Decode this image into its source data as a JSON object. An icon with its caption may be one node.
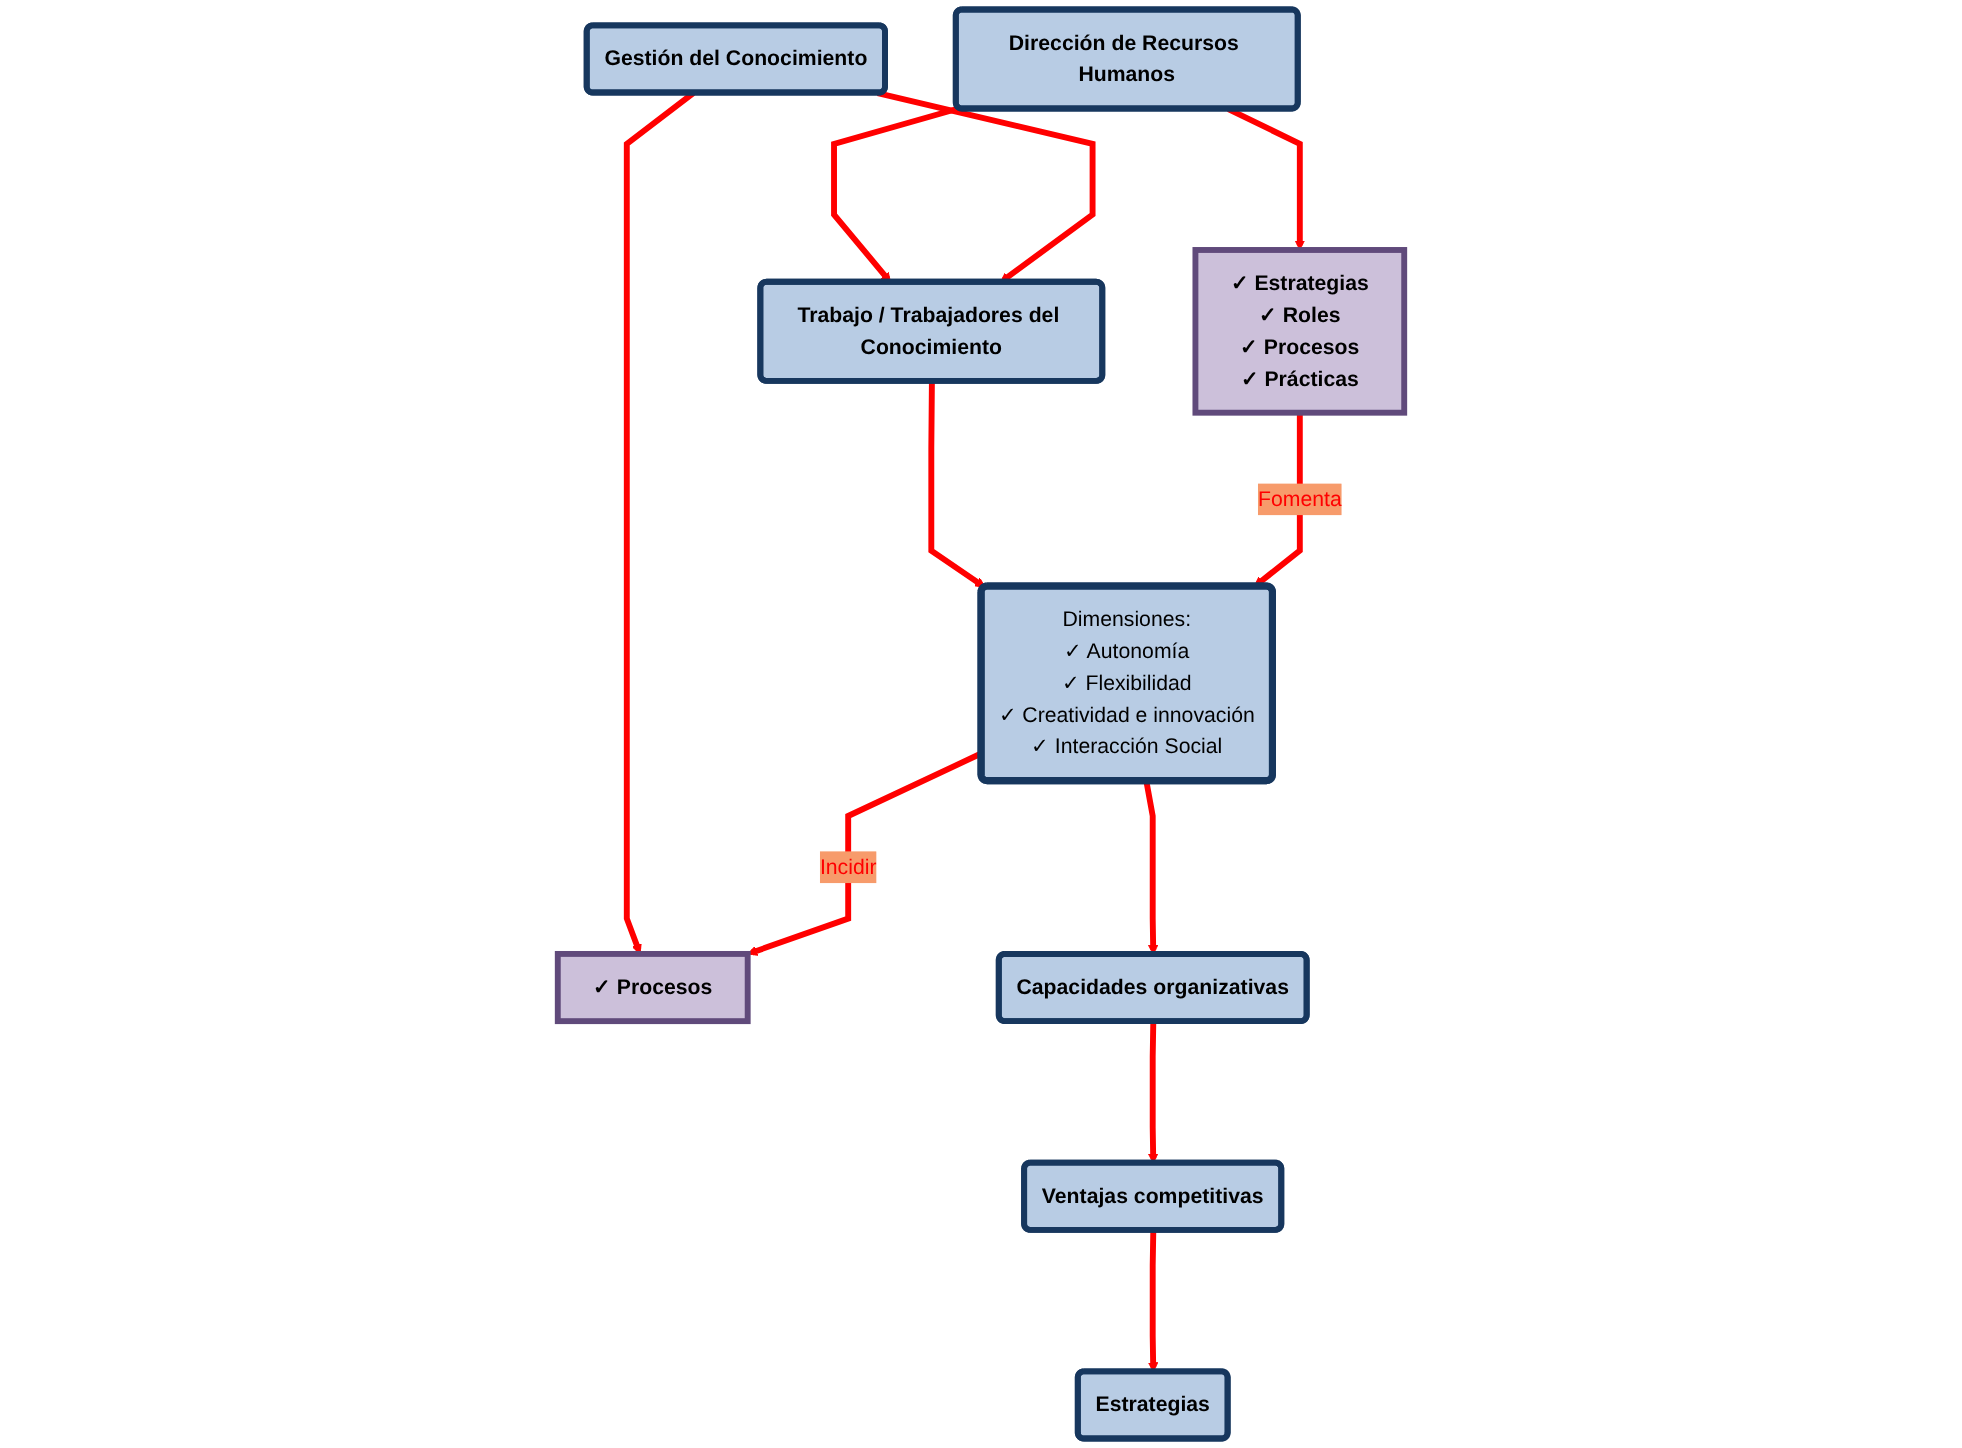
{
  "diagram": {
    "nodes": [
      {
        "text": [
          "Dirección de Recursos Humanos"
        ]
      },
      {
        "text": [
          "Trabajo / Trabajadores del Conocimiento"
        ]
      },
      {
        "text": [
          "Gestión del Conocimiento"
        ]
      },
      {
        "text": [
          "✓ Estrategias",
          "✓ Roles",
          "✓ Procesos",
          "✓ Prácticas"
        ]
      },
      {
        "text": [
          "Dimensiones:",
          "✓ Autonomía",
          "✓ Flexibilidad",
          "✓ Creatividad e innovación",
          "✓ Interacción Social"
        ]
      },
      {
        "text": [
          "✓ Procesos"
        ]
      },
      {
        "text": [
          "Capacidades organizativas"
        ]
      },
      {
        "text": [
          "Ventajas competitivas"
        ]
      },
      {
        "text": [
          "Estrategias"
        ]
      }
    ],
    "edges": [
      {
        "from": 0,
        "to": 1,
        "arrow": "to"
      },
      {
        "from": 2,
        "to": 1,
        "arrow": "to"
      },
      {
        "from": 0,
        "to": 3,
        "arrow": "to"
      },
      {
        "from": 1,
        "to": 4,
        "arrow": "to"
      },
      {
        "from": 2,
        "to": 5,
        "arrow": "to"
      },
      {
        "from": 3,
        "to": 4,
        "label": "Fomenta",
        "arrow": "to"
      },
      {
        "from": 4,
        "to": 5,
        "label": "Incidir",
        "arrow": "to"
      },
      {
        "from": 4,
        "to": 6,
        "arrow": "to"
      },
      {
        "from": 6,
        "to": 7,
        "arrow": "to"
      },
      {
        "from": 7,
        "to": 8,
        "arrow": "to"
      }
    ]
  }
}
